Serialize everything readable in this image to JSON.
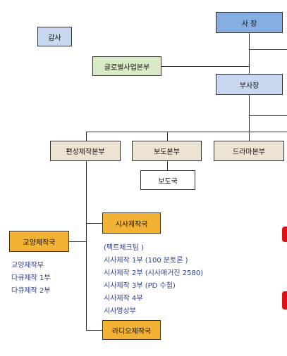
{
  "nodes": {
    "president": "사 장",
    "auditor": "감사",
    "global_biz": "글로벌사업본부",
    "vice_president": "부사장",
    "programming_hq": "편성제작본부",
    "news_hq": "보도본부",
    "drama_hq": "드라마본부",
    "news_bureau": "보도국",
    "current_affairs": "시사제작국",
    "education": "교양제작국",
    "radio": "라디오제작국"
  },
  "current_affairs_units": [
    "(팩트체크팀 )",
    "시사제작  1부  (100 분토론 )",
    "시사제작  2부  (시사매거진 2580)",
    "시사제작  3부  (PD 수첩)",
    "시사제작  4부",
    "시사영상부"
  ],
  "education_units": [
    "교양제작부",
    "다큐제작  1부",
    "다큐제작  2부"
  ],
  "colors": {
    "president_fill": "#86aee0",
    "vice_fill": "#c7d8ee",
    "auditor_fill": "#c7d8ee",
    "global_fill": "#d9ebc6",
    "hq_fill": "#ede3d3",
    "orange_fill": "#f2b334",
    "unit_text": "#2b3f8f"
  }
}
